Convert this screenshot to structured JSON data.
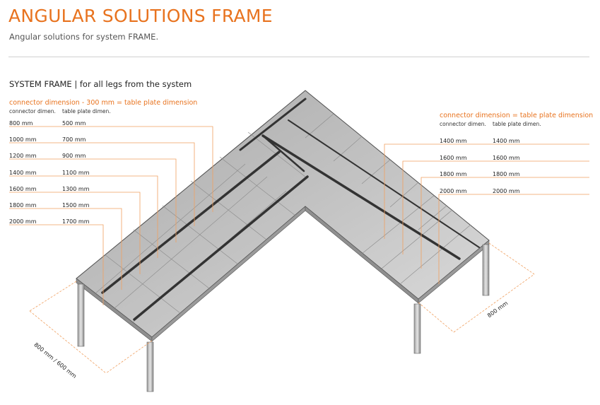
{
  "header": {
    "title": "ANGULAR SOLUTIONS FRAME",
    "subtitle": "Angular solutions for system FRAME."
  },
  "section": {
    "title": "SYSTEM FRAME | for all legs from the system"
  },
  "left_table": {
    "heading": "connector dimension - 300 mm = table plate dimension",
    "col_connector": "connector dimen.",
    "col_plate": "table plate dimen.",
    "rows": [
      {
        "connector": "800 mm",
        "plate": "500 mm"
      },
      {
        "connector": "1000 mm",
        "plate": "700 mm"
      },
      {
        "connector": "1200 mm",
        "plate": "900 mm"
      },
      {
        "connector": "1400 mm",
        "plate": "1100 mm"
      },
      {
        "connector": "1600 mm",
        "plate": "1300 mm"
      },
      {
        "connector": "1800 mm",
        "plate": "1500 mm"
      },
      {
        "connector": "2000 mm",
        "plate": "1700 mm"
      }
    ]
  },
  "right_table": {
    "heading": "connector dimension = table plate dimension",
    "col_connector": "connector dimen.",
    "col_plate": "table plate dimen.",
    "rows": [
      {
        "connector": "1400 mm",
        "plate": "1400 mm"
      },
      {
        "connector": "1600 mm",
        "plate": "1600 mm"
      },
      {
        "connector": "1800 mm",
        "plate": "1800 mm"
      },
      {
        "connector": "2000 mm",
        "plate": "2000 mm"
      }
    ]
  },
  "dimensions": {
    "left_depth": "800 mm / 600 mm",
    "right_depth": "800 mm"
  },
  "colors": {
    "accent": "#e8731f",
    "leader": "#f0a060",
    "table_top": "#b9b9b9",
    "table_edge": "#555555"
  }
}
